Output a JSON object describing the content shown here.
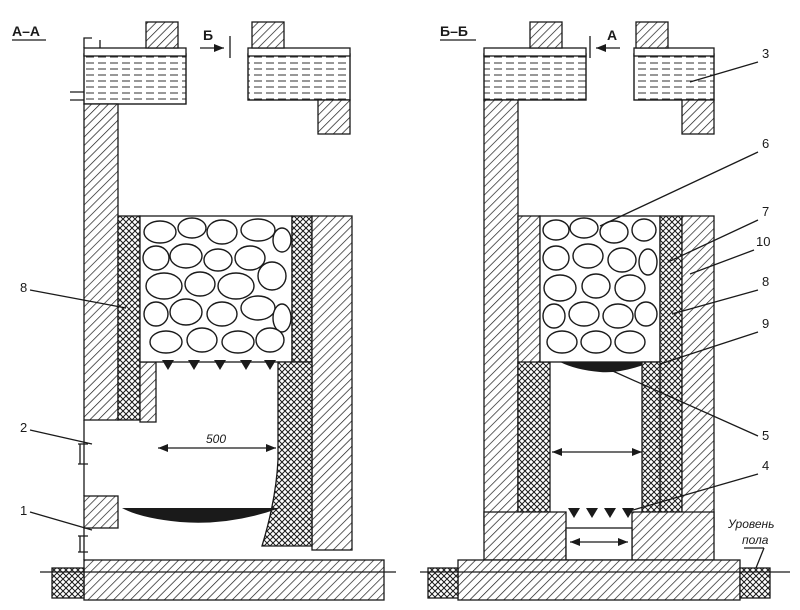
{
  "sections": {
    "left": "А–А",
    "right": "Б–Б",
    "left_cut": "Б",
    "right_cut": "А"
  },
  "dimensions": {
    "firebox_width": "500"
  },
  "callouts": {
    "n1": "1",
    "n2": "2",
    "n3": "3",
    "n4": "4",
    "n5": "5",
    "n6": "6",
    "n7": "7",
    "n8_left": "8",
    "n8_right": "8",
    "n9": "9",
    "n10": "10"
  },
  "floor_label": {
    "line1": "Уровень",
    "line2": "пола"
  },
  "colors": {
    "ink": "#1a1a1a",
    "paper": "#ffffff"
  }
}
